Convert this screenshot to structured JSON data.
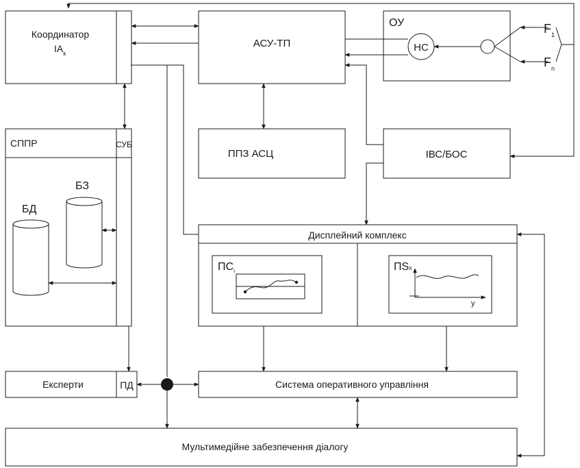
{
  "blocks": {
    "coordinator": {
      "line1": "Координатор",
      "line2": "IA",
      "sub": "к"
    },
    "asu_tp": "АСУ-ТП",
    "ou": "ОУ",
    "hc": "НС",
    "f1": {
      "main": "F",
      "sub": "1"
    },
    "fn": {
      "main": "F",
      "sub": "n"
    },
    "sppr": "СППР",
    "sub_block": "СУБ",
    "bz": "БЗ",
    "bd": "БД",
    "ppz": "ППЗ АСЦ",
    "ivs": "IВС/БОС",
    "display": "Дисплейний комплекс",
    "ps_i": {
      "main": "ПС",
      "sub": "i"
    },
    "ps_s": {
      "main": "ПS",
      "sub": "x"
    },
    "axis_y": "y",
    "experts": "Експерти",
    "pd": "ПД",
    "sou": "Система оперативного управління",
    "multimedia": "Мультимедійне забезпечення діалогу"
  }
}
